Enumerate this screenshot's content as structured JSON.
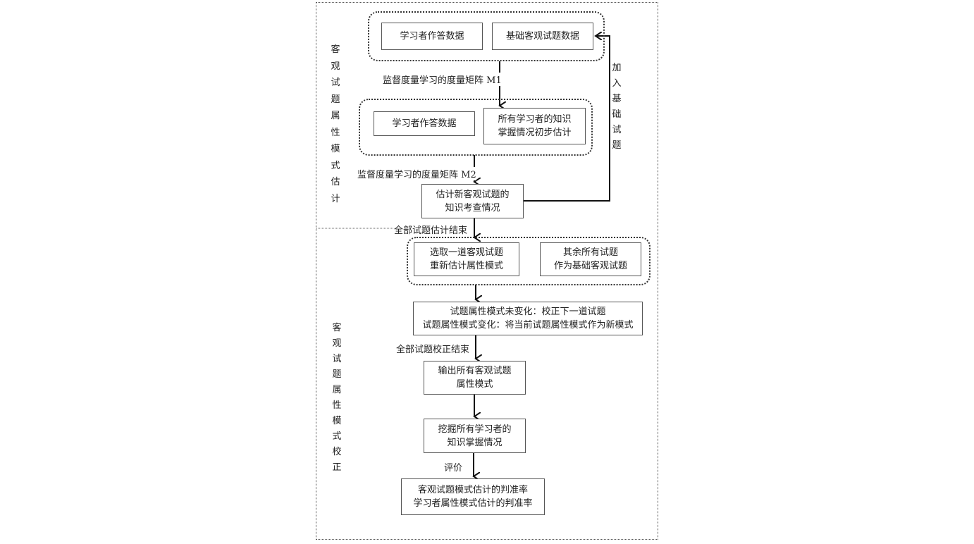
{
  "section_labels": {
    "estimation": "客观试题属性模式估计",
    "correction": "客观试题属性模式校正",
    "feedback": "加入基础试题"
  },
  "group1": {
    "box_left": "学习者作答数据",
    "box_right": "基础客观试题数据"
  },
  "edge1_label": "监督度量学习的度量矩阵 M1",
  "group2": {
    "box_left": "学习者作答数据",
    "box_right": "所有学习者的知识\n掌握情况初步估计"
  },
  "edge2_label": "监督度量学习的度量矩阵 M2",
  "estimate_box": "估计新客观试题的\n知识考查情况",
  "edge3_label": "全部试题估计结束",
  "group3": {
    "box_left": "选取一道客观试题\n重新估计属性模式",
    "box_right": "其余所有试题\n作为基础客观试题"
  },
  "rule_box": "试题属性模式未变化：校正下一道试题\n试题属性模式变化：将当前试题属性模式作为新模式",
  "edge4_label": "全部试题校正结束",
  "output_box": "输出所有客观试题\n属性模式",
  "mine_box": "挖掘所有学习者的\n知识掌握情况",
  "edge5_label": "评价",
  "eval_box": "客观试题模式估计的判准率\n学习者属性模式估计的判准率"
}
